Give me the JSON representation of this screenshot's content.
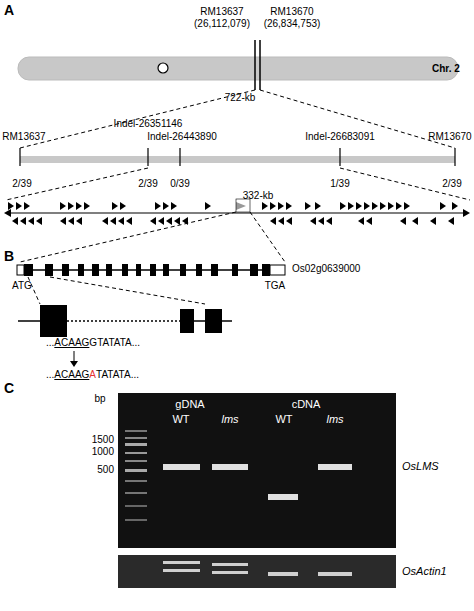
{
  "diagram": {
    "labels": [
      "A",
      "RM13637 (26,112,079)",
      "RM13670 (26,834,753)",
      "Chr. 2",
      "722-kb",
      "RM13637",
      "Indel-26351146",
      "Indel-26443890",
      "Indel-26683091",
      "RM13670",
      "2/39",
      "2/39",
      "0/39",
      "1/39",
      "2/39",
      "332-kb",
      "B",
      "Os02g0639000",
      "ATG",
      "TGA",
      "...",
      "ACAAG",
      "GTATATA...",
      "...",
      "ACAAG",
      "A",
      "TATATA...",
      "C",
      "bp",
      "1500",
      "1000",
      "500",
      "gDNA",
      "cDNA",
      "WT",
      "lms",
      "WT",
      "lms",
      "OsLMS",
      "OsActin1"
    ]
  }
}
